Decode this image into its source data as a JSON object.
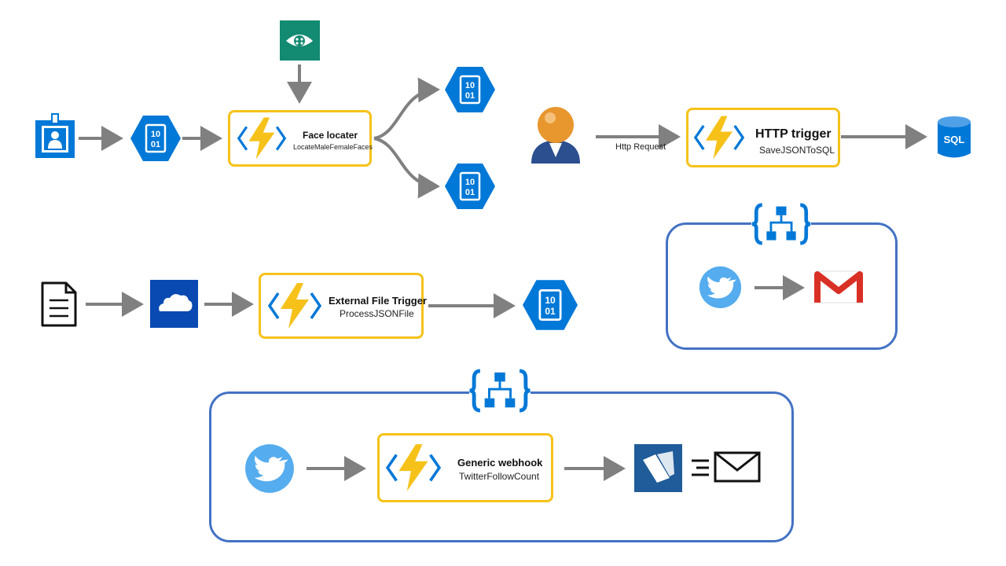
{
  "functions": {
    "face_locater": {
      "title": "Face locater",
      "subtitle": "LocateMaleFemaleFaces"
    },
    "http_trigger": {
      "title": "HTTP trigger",
      "subtitle": "SaveJSONToSQL"
    },
    "external_file": {
      "title": "External File Trigger",
      "subtitle": "ProcessJSONFile"
    },
    "generic_webhook": {
      "title": "Generic webhook",
      "subtitle": "TwitterFollowCount"
    }
  },
  "labels": {
    "http_request": "Http Request",
    "sql": "SQL",
    "blob_10": "10",
    "blob_01": "01"
  },
  "colors": {
    "azure_blue": "#0078D7",
    "function_border": "#F6C21A",
    "lightning": "#F6C21A",
    "arrow": "#808080",
    "group_border": "#4472C4",
    "twitter": "#55ACEE",
    "cognitive_green": "#138A72",
    "onedrive_bg": "#094AB2",
    "user_orange": "#E8962E",
    "user_blue": "#2B4F8F"
  },
  "icons": [
    "badge-icon",
    "blob-icon",
    "eye-icon",
    "azure-function-icon",
    "user-icon",
    "sql-database-icon",
    "document-icon",
    "onedrive-icon",
    "logic-app-icon",
    "twitter-icon",
    "gmail-icon",
    "dynamics-icon",
    "send-mail-icon"
  ]
}
